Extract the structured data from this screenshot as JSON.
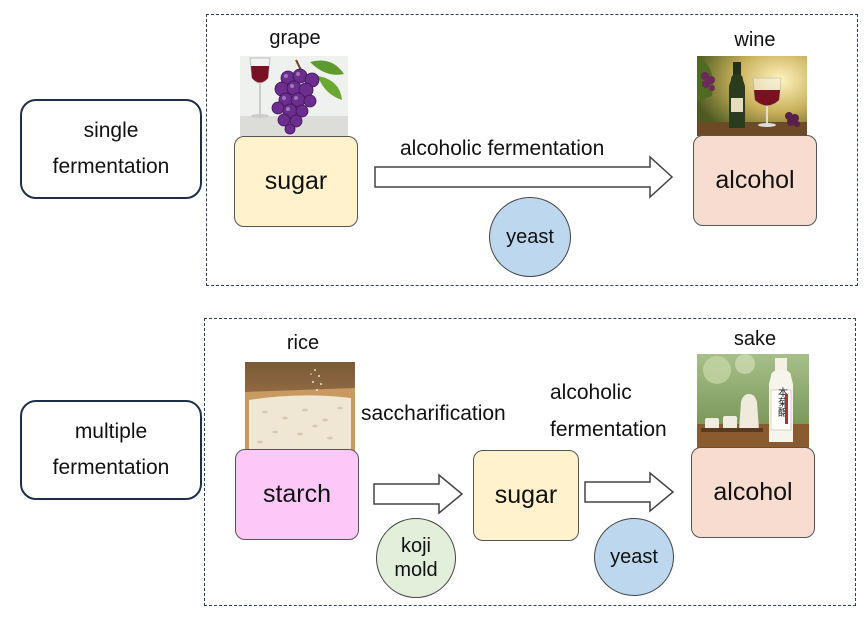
{
  "single": {
    "label_line1": "single",
    "label_line2": "fermentation",
    "grape_label": "grape",
    "wine_label": "wine",
    "sugar": "sugar",
    "alcohol": "alcohol",
    "process": "alcoholic fermentation",
    "yeast": "yeast"
  },
  "multiple": {
    "label_line1": "multiple",
    "label_line2": "fermentation",
    "rice_label": "rice",
    "sake_label": "sake",
    "starch": "starch",
    "sugar": "sugar",
    "alcohol": "alcohol",
    "saccharification": "saccharification",
    "alcoholic_line1": "alcoholic",
    "alcoholic_line2": "fermentation",
    "koji_line1": "koji",
    "koji_line2": "mold",
    "yeast": "yeast",
    "sake_bottle_text": "本菊醸"
  },
  "colors": {
    "sugar_fill": "#fff2cc",
    "alcohol_fill": "#f8dcd0",
    "starch_fill": "#fbc8f8",
    "yeast_fill": "#bdd7ee",
    "koji_fill": "#e2efda",
    "panel_border": "#2c3e5c"
  }
}
